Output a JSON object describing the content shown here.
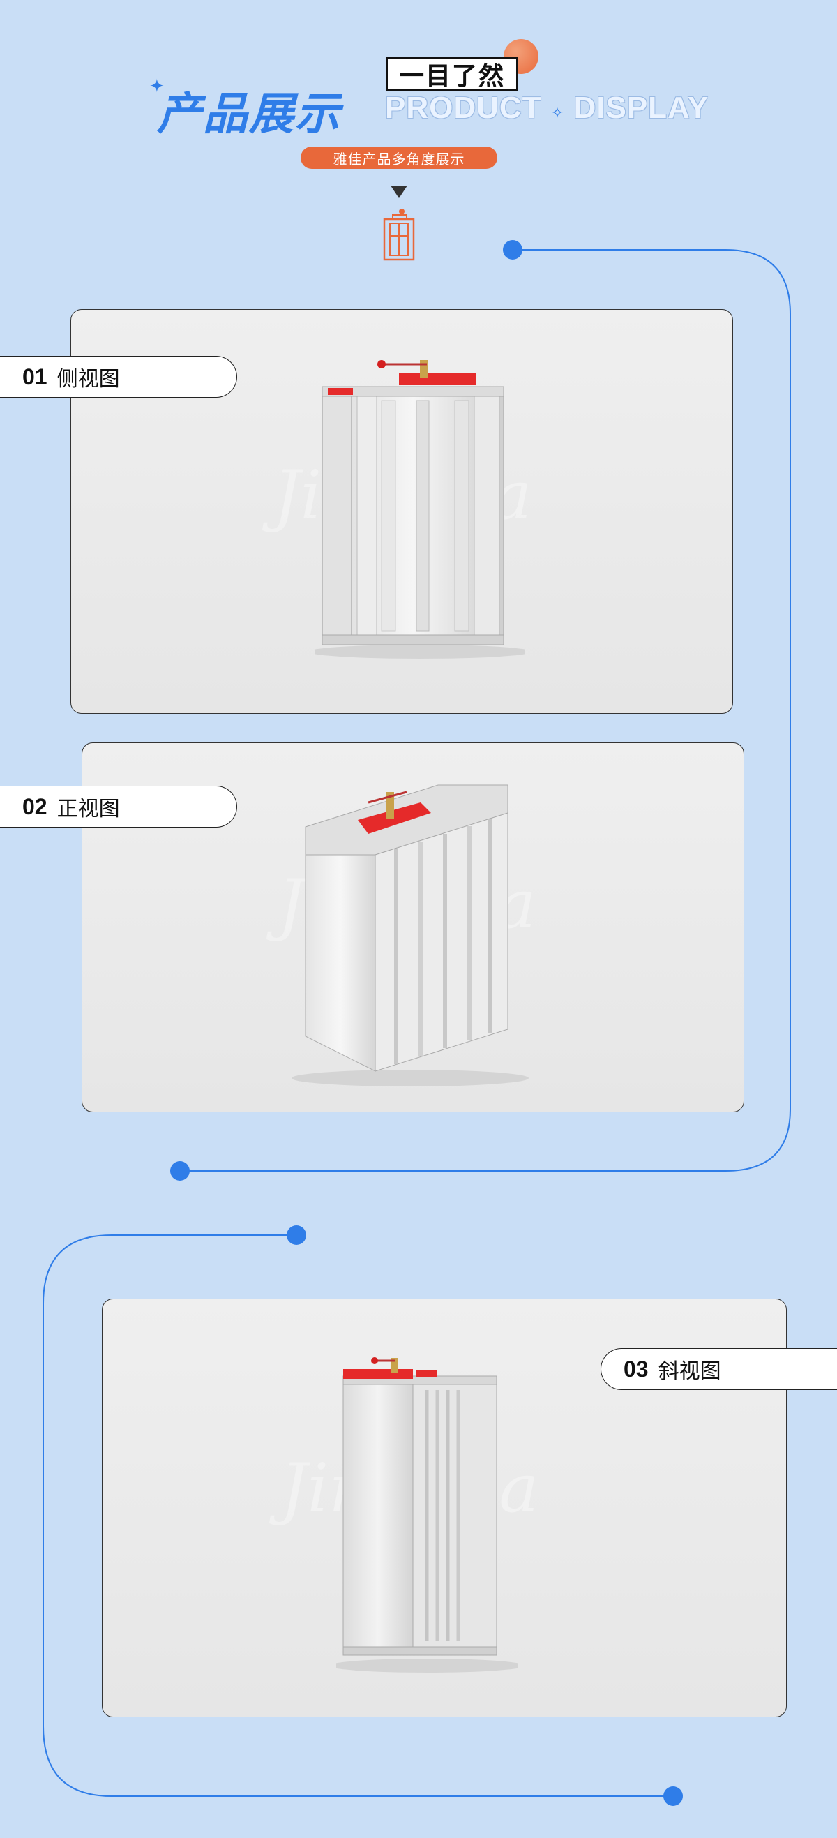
{
  "header": {
    "title_cn": "产品展示",
    "badge": "一目了然",
    "title_en_left": "PRODUCT",
    "title_en_right": "DISPLAY",
    "subtitle": "雅佳产品多角度展示"
  },
  "views": [
    {
      "num": "01",
      "label": "侧视图"
    },
    {
      "num": "02",
      "label": "正视图"
    },
    {
      "num": "03",
      "label": "斜视图"
    }
  ],
  "watermark": "JinYaJia",
  "colors": {
    "background": "#c9def6",
    "accent_blue": "#2f7de8",
    "accent_orange": "#e8683a",
    "line_blue": "#2f7de8",
    "card_bg": "#ececec",
    "damper_red": "#e52a2a"
  },
  "icons": [
    "sparkle-icon",
    "down-arrow-icon",
    "damper-icon"
  ]
}
